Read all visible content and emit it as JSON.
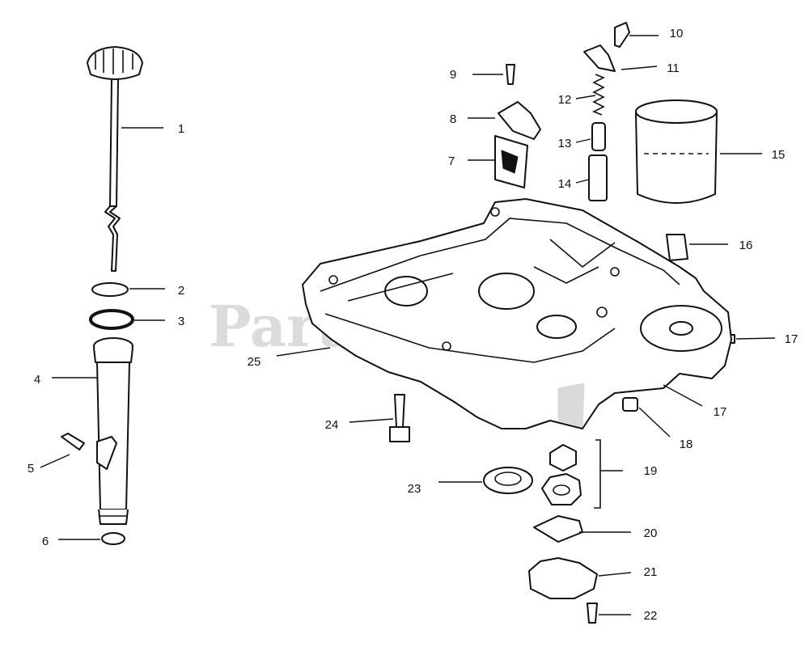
{
  "watermark": "PartsTree",
  "callouts": [
    "1",
    "2",
    "3",
    "4",
    "5",
    "6",
    "7",
    "8",
    "9",
    "10",
    "11",
    "12",
    "13",
    "14",
    "15",
    "16",
    "17",
    "17",
    "18",
    "19",
    "20",
    "21",
    "22",
    "23",
    "24",
    "25"
  ]
}
